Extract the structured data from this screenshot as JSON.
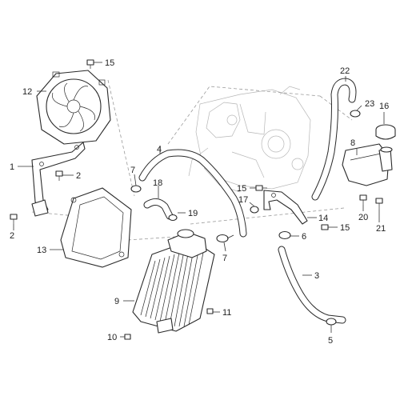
{
  "diagram": {
    "callouts": [
      {
        "id": "15-top",
        "label": "15"
      },
      {
        "id": "12",
        "label": "12"
      },
      {
        "id": "22",
        "label": "22"
      },
      {
        "id": "23",
        "label": "23"
      },
      {
        "id": "16",
        "label": "16"
      },
      {
        "id": "1",
        "label": "1"
      },
      {
        "id": "2-upper",
        "label": "2"
      },
      {
        "id": "4",
        "label": "4"
      },
      {
        "id": "7-left",
        "label": "7"
      },
      {
        "id": "18",
        "label": "18"
      },
      {
        "id": "8",
        "label": "8"
      },
      {
        "id": "15-mid",
        "label": "15"
      },
      {
        "id": "17",
        "label": "17"
      },
      {
        "id": "19",
        "label": "19"
      },
      {
        "id": "14",
        "label": "14"
      },
      {
        "id": "20",
        "label": "20"
      },
      {
        "id": "21",
        "label": "21"
      },
      {
        "id": "2-lower",
        "label": "2"
      },
      {
        "id": "13",
        "label": "13"
      },
      {
        "id": "6",
        "label": "6"
      },
      {
        "id": "15-right",
        "label": "15"
      },
      {
        "id": "7-right",
        "label": "7"
      },
      {
        "id": "3",
        "label": "3"
      },
      {
        "id": "9",
        "label": "9"
      },
      {
        "id": "11",
        "label": "11"
      },
      {
        "id": "10",
        "label": "10"
      },
      {
        "id": "5",
        "label": "5"
      }
    ]
  }
}
